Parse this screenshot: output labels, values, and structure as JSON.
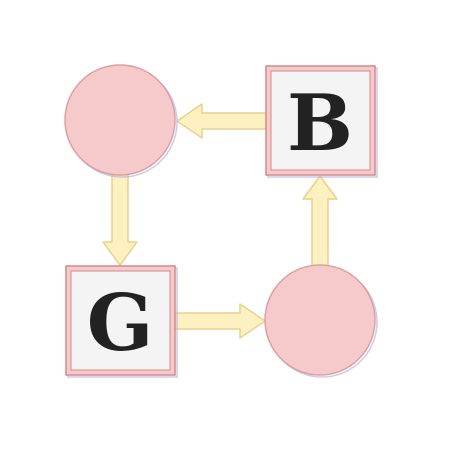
{
  "colors": {
    "background": "#ffffff",
    "node_fill_square": "#f4f4f4",
    "node_border_square": "#d38a8a",
    "node_fill_circle": "#f6c9cb",
    "node_border_circle": "#d9a0a6",
    "node_shadow": "#b7b3e0",
    "arrow_fill": "#fdf1c2",
    "arrow_stroke": "#e8d28c"
  },
  "nodes": {
    "top_left": {
      "shape": "circle",
      "label": ""
    },
    "top_right": {
      "shape": "square",
      "label": "B"
    },
    "bottom_left": {
      "shape": "square",
      "label": "G"
    },
    "bottom_right": {
      "shape": "circle",
      "label": ""
    }
  },
  "edges": [
    {
      "from": "top_right",
      "to": "top_left"
    },
    {
      "from": "top_left",
      "to": "bottom_left"
    },
    {
      "from": "bottom_left",
      "to": "bottom_right"
    },
    {
      "from": "bottom_right",
      "to": "top_right"
    }
  ]
}
